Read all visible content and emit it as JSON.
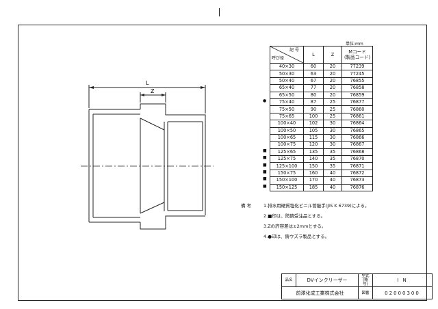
{
  "unit_label": "単位:mm",
  "table": {
    "header_top": "記 号",
    "header_bottom": "呼び径",
    "col_l": "L",
    "col_z": "Z",
    "col_m": "Mコード\n(製品コード)",
    "rows": [
      {
        "mark": "",
        "size": "40×30",
        "L": "60",
        "Z": "20",
        "code": "77239"
      },
      {
        "mark": "",
        "size": "50×30",
        "L": "63",
        "Z": "20",
        "code": "77245"
      },
      {
        "mark": "",
        "size": "50×40",
        "L": "67",
        "Z": "20",
        "code": "76855"
      },
      {
        "mark": "",
        "size": "65×40",
        "L": "77",
        "Z": "20",
        "code": "76858"
      },
      {
        "mark": "",
        "size": "65×50",
        "L": "80",
        "Z": "20",
        "code": "76859"
      },
      {
        "mark": "●",
        "size": "75×40",
        "L": "87",
        "Z": "25",
        "code": "76877"
      },
      {
        "mark": "",
        "size": "75×50",
        "L": "90",
        "Z": "25",
        "code": "76860"
      },
      {
        "mark": "",
        "size": "75×65",
        "L": "100",
        "Z": "25",
        "code": "76861"
      },
      {
        "mark": "",
        "size": "100×40",
        "L": "102",
        "Z": "30",
        "code": "76864"
      },
      {
        "mark": "",
        "size": "100×50",
        "L": "105",
        "Z": "30",
        "code": "76865"
      },
      {
        "mark": "",
        "size": "100×65",
        "L": "115",
        "Z": "30",
        "code": "76866"
      },
      {
        "mark": "",
        "size": "100×75",
        "L": "120",
        "Z": "30",
        "code": "76867"
      },
      {
        "mark": "■",
        "size": "125×65",
        "L": "135",
        "Z": "35",
        "code": "76868"
      },
      {
        "mark": "■",
        "size": "125×75",
        "L": "140",
        "Z": "35",
        "code": "76870"
      },
      {
        "mark": "■",
        "size": "125×100",
        "L": "150",
        "Z": "35",
        "code": "76871"
      },
      {
        "mark": "■",
        "size": "150×75",
        "L": "160",
        "Z": "40",
        "code": "76872"
      },
      {
        "mark": "■",
        "size": "150×100",
        "L": "170",
        "L2": "",
        "Z": "40",
        "code": "76873"
      },
      {
        "mark": "■",
        "size": "150×125",
        "L": "185",
        "Z": "40",
        "code": "76876"
      }
    ]
  },
  "drawing": {
    "label_L": "L",
    "label_Z": "Z"
  },
  "notes": {
    "label": "備 考",
    "items": [
      "1.排水用硬質塩化ビニル管継手(JIS K 6739)による。",
      "2.■印は、防錆受注品とする。",
      "3.Zの許容差は±2mmとする。",
      "4.●印は、鋳ウズラ製品とする。"
    ]
  },
  "title_block": {
    "name_label": "品名",
    "name_value": "DVインクリーザー",
    "type_label": "型式(略号)",
    "type_value": "I N",
    "maker": "前澤化成工業株式会社",
    "number_label": "図番",
    "number_value": "02000300"
  }
}
